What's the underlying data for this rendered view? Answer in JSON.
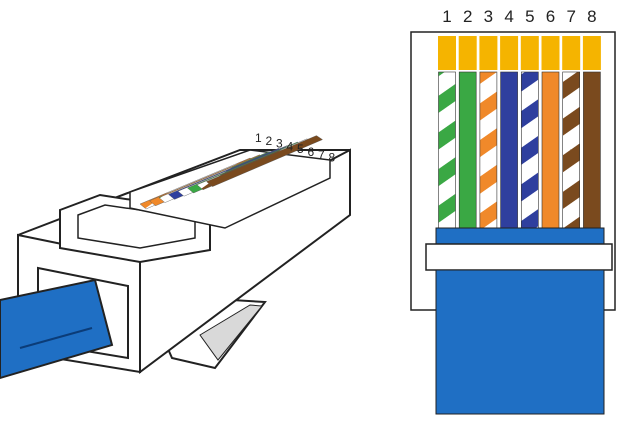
{
  "diagram": {
    "plug_view": {
      "pin_numbers": [
        "1",
        "2",
        "3",
        "4",
        "5",
        "6",
        "7",
        "8"
      ],
      "cable_color": "#1f6fc4"
    },
    "front_view": {
      "pin_numbers": [
        "1",
        "2",
        "3",
        "4",
        "5",
        "6",
        "7",
        "8"
      ],
      "cable_color": "#1f6fc4",
      "contact_color": "#f5b400"
    },
    "wires": [
      {
        "pin": "1",
        "name": "white-orange",
        "base": "#ffffff",
        "stripe": "#f0892a"
      },
      {
        "pin": "2",
        "name": "orange",
        "base": "#f0892a",
        "stripe": null
      },
      {
        "pin": "3",
        "name": "white-green",
        "base": "#ffffff",
        "stripe": "#3aa844"
      },
      {
        "pin": "4",
        "name": "blue",
        "base": "#2f3f9e",
        "stripe": null
      },
      {
        "pin": "5",
        "name": "white-blue",
        "base": "#ffffff",
        "stripe": "#2f3f9e"
      },
      {
        "pin": "6",
        "name": "green",
        "base": "#3aa844",
        "stripe": null
      },
      {
        "pin": "7",
        "name": "white-brown",
        "base": "#ffffff",
        "stripe": "#7a4a1e"
      },
      {
        "pin": "8",
        "name": "brown",
        "base": "#7a4a1e",
        "stripe": null
      }
    ],
    "front_wires": [
      {
        "pin": "1",
        "name": "white-green",
        "base": "#ffffff",
        "stripe": "#3aa844"
      },
      {
        "pin": "2",
        "name": "green",
        "base": "#3aa844",
        "stripe": null
      },
      {
        "pin": "3",
        "name": "white-orange",
        "base": "#ffffff",
        "stripe": "#f0892a"
      },
      {
        "pin": "4",
        "name": "blue",
        "base": "#2f3f9e",
        "stripe": null
      },
      {
        "pin": "5",
        "name": "white-blue",
        "base": "#ffffff",
        "stripe": "#2f3f9e"
      },
      {
        "pin": "6",
        "name": "orange",
        "base": "#f0892a",
        "stripe": null
      },
      {
        "pin": "7",
        "name": "white-brown",
        "base": "#ffffff",
        "stripe": "#7a4a1e"
      },
      {
        "pin": "8",
        "name": "brown",
        "base": "#7a4a1e",
        "stripe": null
      }
    ]
  }
}
